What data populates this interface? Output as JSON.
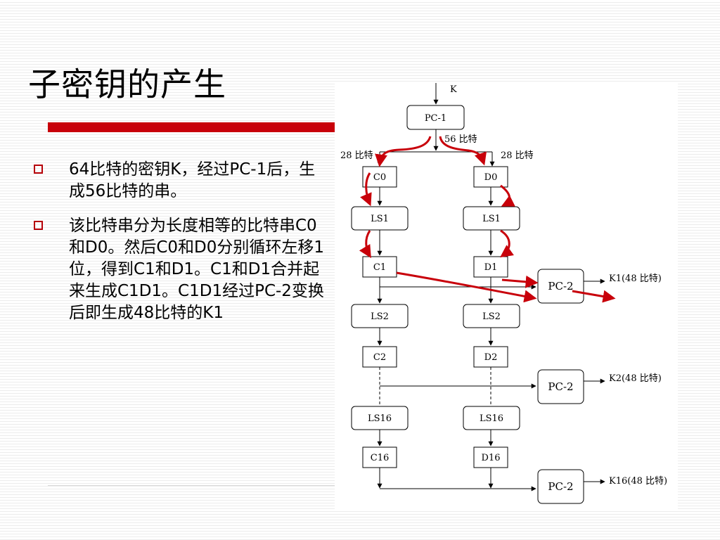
{
  "slide": {
    "title": "子密钥的产生",
    "bullets": [
      "64比特的密钥K，经过PC-1后，生成56比特的串。",
      "该比特串分为长度相等的比特串C0和D0。然后C0和D0分别循环左移1位，得到C1和D1。C1和D1合并起来生成C1D1。C1D1经过PC-2变换后即生成48比特的K1"
    ],
    "accent_color": "#c8000a",
    "bullet_icon": "hollow-square-icon"
  },
  "diagram": {
    "input_label": "K",
    "pc1": "PC-1",
    "bits56": "56 比特",
    "bits28_left": "28 比特",
    "bits28_right": "28 比特",
    "left_column": [
      "C0",
      "LS1",
      "C1",
      "LS2",
      "C2",
      "LS16",
      "C16"
    ],
    "right_column": [
      "D0",
      "LS1",
      "D1",
      "LS2",
      "D2",
      "LS16",
      "D16"
    ],
    "pc2": "PC-2",
    "outputs": [
      "K1(48 比特)",
      "K2(48 比特)",
      "K16(48 比特)"
    ],
    "annotation_color": "#c8000a"
  }
}
